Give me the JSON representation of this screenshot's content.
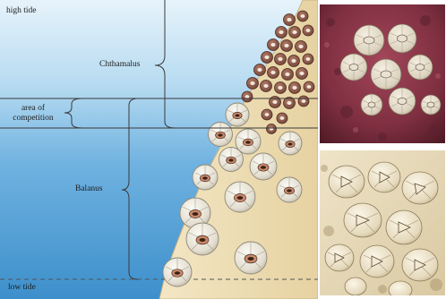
{
  "labels": {
    "high_tide": "high tide",
    "chthamalus": "Chthamalus",
    "area_of_competition": "area of competition",
    "balanus": "Balanus",
    "low_tide": "low tide"
  },
  "colors": {
    "water": "#4b9bd3",
    "rock": "#eedcb1",
    "chthamalus_shell": "#8c5a4c",
    "balanus_shell": "#e7e3d8",
    "line": "#3a3a3a"
  },
  "photos": {
    "top": {
      "subject": "chthamalus-barnacles-on-reddish-rock"
    },
    "bottom": {
      "subject": "balanus-barnacles-cluster"
    }
  }
}
